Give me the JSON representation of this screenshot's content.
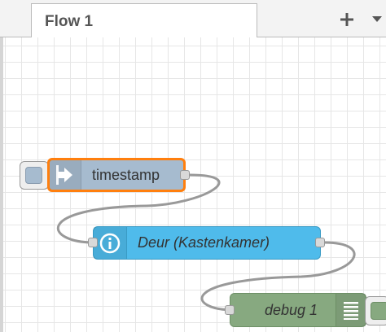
{
  "tabs": [
    {
      "label": "Flow 1",
      "active": true
    }
  ],
  "tab_actions": {
    "add_icon": "plus-icon",
    "menu_icon": "caret-down-icon"
  },
  "nodes": {
    "inject": {
      "label": "timestamp",
      "color": "#a6bbcf",
      "selected_border_color": "#ff7f0e",
      "icon": "arrow-in-icon"
    },
    "function": {
      "label": "Deur (Kastenkamer)",
      "color": "#4fbbeb",
      "icon": "info-icon"
    },
    "debug": {
      "label": "debug 1",
      "color": "#87a980",
      "icon": "list-icon"
    }
  },
  "colors": {
    "wire": "#999999",
    "grid": "#e6e6e6",
    "tabbar": "#f3f3f3"
  }
}
